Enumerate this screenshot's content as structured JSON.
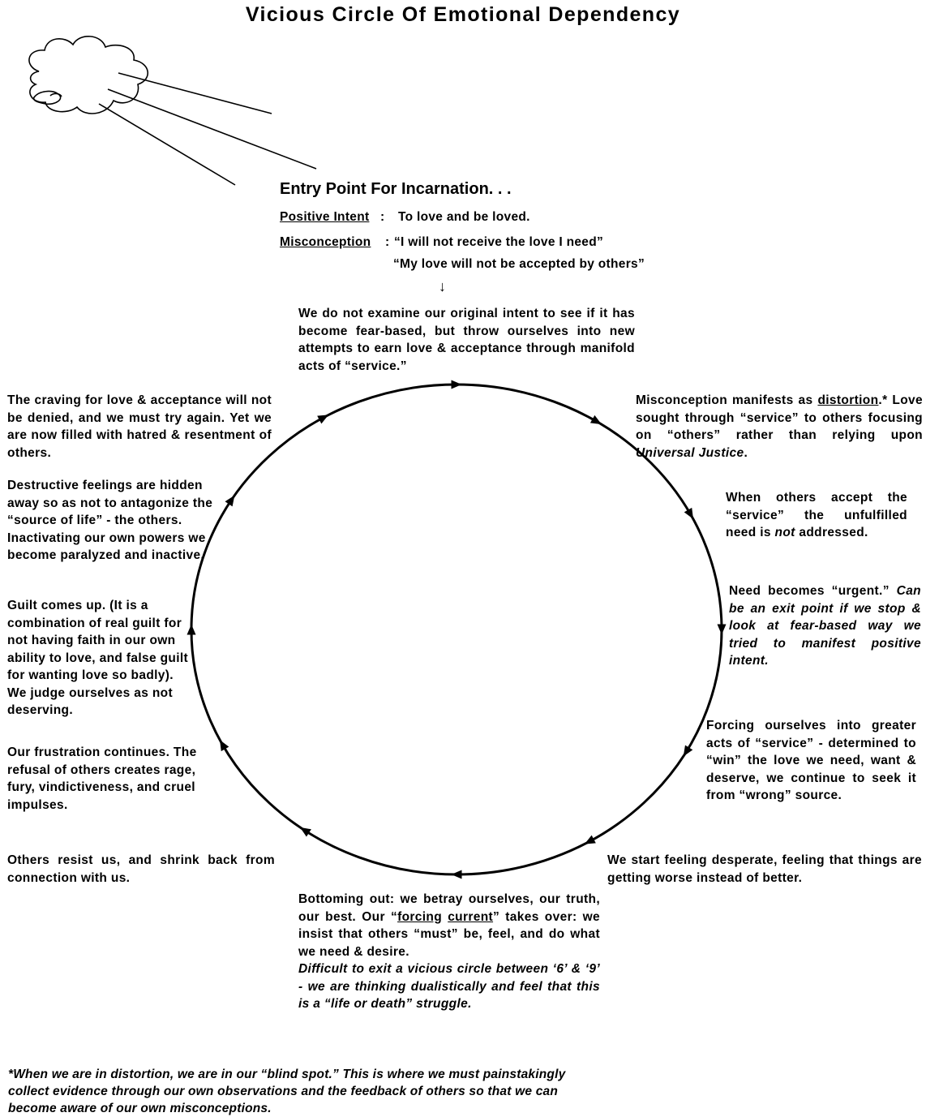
{
  "title": "Vicious Circle Of Emotional Dependency",
  "entry": {
    "heading": "Entry Point For Incarnation. . .",
    "positive_label": "Positive Intent",
    "positive_value": "To love and be loved.",
    "misconception_label": "Misconception",
    "misconception_line1": "“I will not receive the love I need”",
    "misconception_line2": "“My love will not be accepted by others”"
  },
  "stages": {
    "s1": [
      "We do not examine our original intent to see if it has become fear-based, but throw ourselves into new attempts to earn love & acceptance through manifold acts of “service.”"
    ],
    "s2": [
      {
        "t": "Misconception manifests as "
      },
      {
        "t": "distortion",
        "u": true
      },
      {
        "t": ".* Love sought through “service” to others focusing on “others” rather than relying upon "
      },
      {
        "t": "Universal Justice",
        "i": true
      },
      {
        "t": "."
      }
    ],
    "s3": [
      {
        "t": "When others accept the “service” the unfulfilled need is "
      },
      {
        "t": "not",
        "i": true
      },
      {
        "t": " addressed."
      }
    ],
    "s4": [
      {
        "t": "Need becomes “urgent.” "
      },
      {
        "t": "Can be an exit point if we stop & look at fear-based way we tried to manifest positive intent.",
        "i": true
      }
    ],
    "s5": [
      {
        "t": "Forcing ourselves into greater acts of “service” - determined to “win” the love we need, want & deserve, we continue to seek it from “wrong” source."
      }
    ],
    "s6": [
      {
        "t": "We start feeling desperate, feeling that things are getting worse instead of better."
      }
    ],
    "s7": [
      {
        "t": "Bottoming out:   we betray ourselves, our truth, our best.  Our “"
      },
      {
        "t": "forcing",
        "u": true
      },
      {
        "t": " "
      },
      {
        "t": "current",
        "u": true
      },
      {
        "t": "” takes over:  we insist that others “must” be, feel, and do what we need & desire."
      }
    ],
    "s7_exit": "Difficult to exit a vicious circle between ‘6’ & ‘9’ - we are thinking dualistically and feel that this is a “life or death” struggle.",
    "s8": [
      {
        "t": "Others resist us, and shrink back from connection with us."
      }
    ],
    "s9": [
      {
        "t": "Our frustration continues. The refusal of others creates rage, fury, vindictiveness, and cruel impulses."
      }
    ],
    "s10": [
      {
        "t": "Guilt comes up.  (It is a combination of real guilt for not having faith in our own ability to love, and false guilt for wanting love so badly).  We judge ourselves as not deserving."
      }
    ],
    "s11": [
      {
        "t": "Destructive feelings are hidden away so as not to antagonize the “source of life” - the others. Inactivating our own powers we become paralyzed and inactive."
      }
    ],
    "s12": [
      {
        "t": "The craving for love & acceptance will not be denied, and we must try again.   Yet we are now filled with hatred & resentment of others."
      }
    ]
  },
  "footnote": "*When we are in distortion, we are in our “blind spot.”  This is where we must painstakingly collect evidence through our own observations and the feedback of others so that we can become aware of our own misconceptions."
}
